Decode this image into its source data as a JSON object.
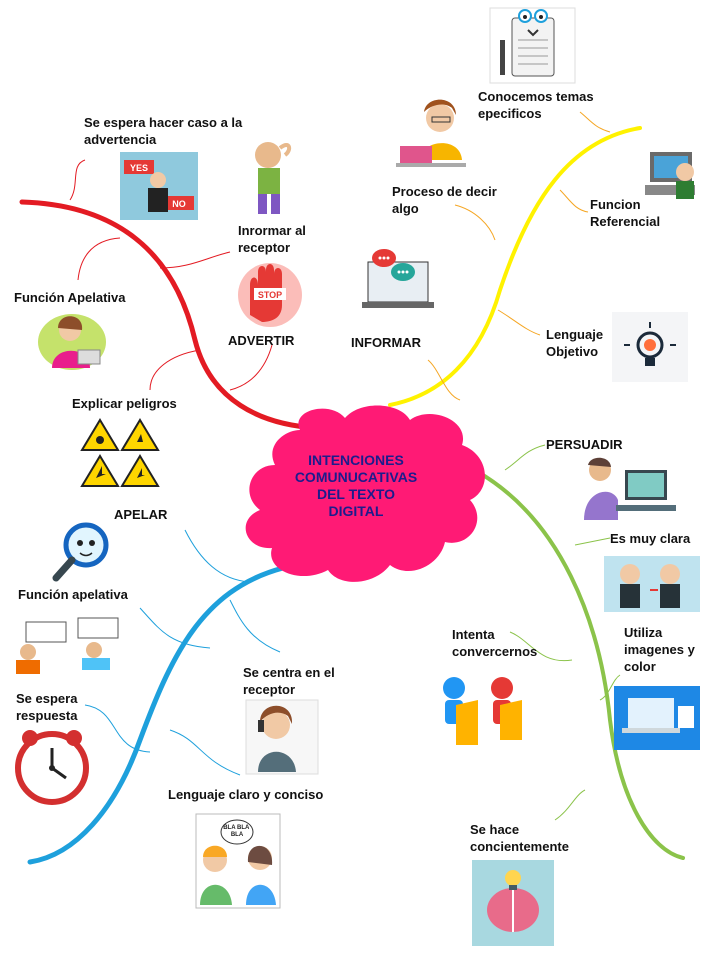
{
  "center": {
    "title": "INTENCIONES\nCOMUNUCATIVAS\nDEL TEXTO\nDIGITAL"
  },
  "colors": {
    "center_cloud": "#ff1a75",
    "center_text": "#1c1c8c",
    "advertir_branch": "#e31b23",
    "informar_branch": "#fff200",
    "persuadir_branch": "#8bc34a",
    "apelar_branch": "#1ea0dc"
  },
  "branches": {
    "advertir": {
      "label": "ADVERTIR",
      "items": [
        "Se espera hacer caso a la\nadvertencia",
        "Inrormar al\nreceptor",
        "Función Apelativa",
        "Explicar peligros"
      ],
      "image_texts": {
        "yes": "YES",
        "no": "NO",
        "stop": "STOP"
      }
    },
    "informar": {
      "label": "INFORMAR",
      "items": [
        "Conocemos temas\nepecificos",
        "Proceso de decir\nalgo",
        "Funcion\nReferencial",
        "Lenguaje\nObjetivo"
      ]
    },
    "persuadir": {
      "label": "PERSUADIR",
      "items": [
        "Es muy clara",
        "Intenta\nconvercernos",
        "Utiliza\nimagenes y\ncolor",
        "Se hace\nconcientemente"
      ]
    },
    "apelar": {
      "label": "APELAR",
      "items": [
        "Función apelativa",
        "Se centra en el\nreceptor",
        "Se espera\nrespuesta",
        "Lenguaje claro y conciso"
      ],
      "image_texts": {
        "bla": "BLA BLA\nBLA"
      }
    }
  }
}
